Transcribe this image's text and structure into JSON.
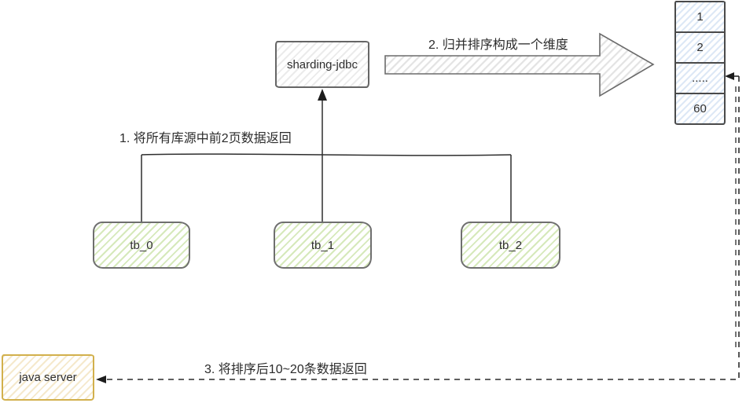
{
  "diagram": {
    "title_hint": "sharding-jdbc merge-sort paging flow",
    "nodes": {
      "sharding": {
        "label": "sharding-jdbc"
      },
      "tb0": {
        "label": "tb_0"
      },
      "tb1": {
        "label": "tb_1"
      },
      "tb2": {
        "label": "tb_2"
      },
      "java_server": {
        "label": "java server"
      }
    },
    "stack": {
      "cells": [
        "1",
        "2",
        ".....",
        "60"
      ]
    },
    "steps": {
      "step1": "1. 将所有库源中前2页数据返回",
      "step2": "2. 归并排序构成一个维度",
      "step3": "3. 将排序后10~20条数据返回"
    },
    "colors": {
      "green_hatch": "#d6e9bb",
      "green_stroke": "#6f6f6f",
      "blue_hatch": "#dde8f6",
      "blue_stroke": "#4a4a4a",
      "yellow_hatch": "#f5e9cc",
      "yellow_stroke": "#d2b04c",
      "gray_hatch": "#ebebeb",
      "gray_stroke": "#666666",
      "line": "#2e2e2e"
    }
  }
}
